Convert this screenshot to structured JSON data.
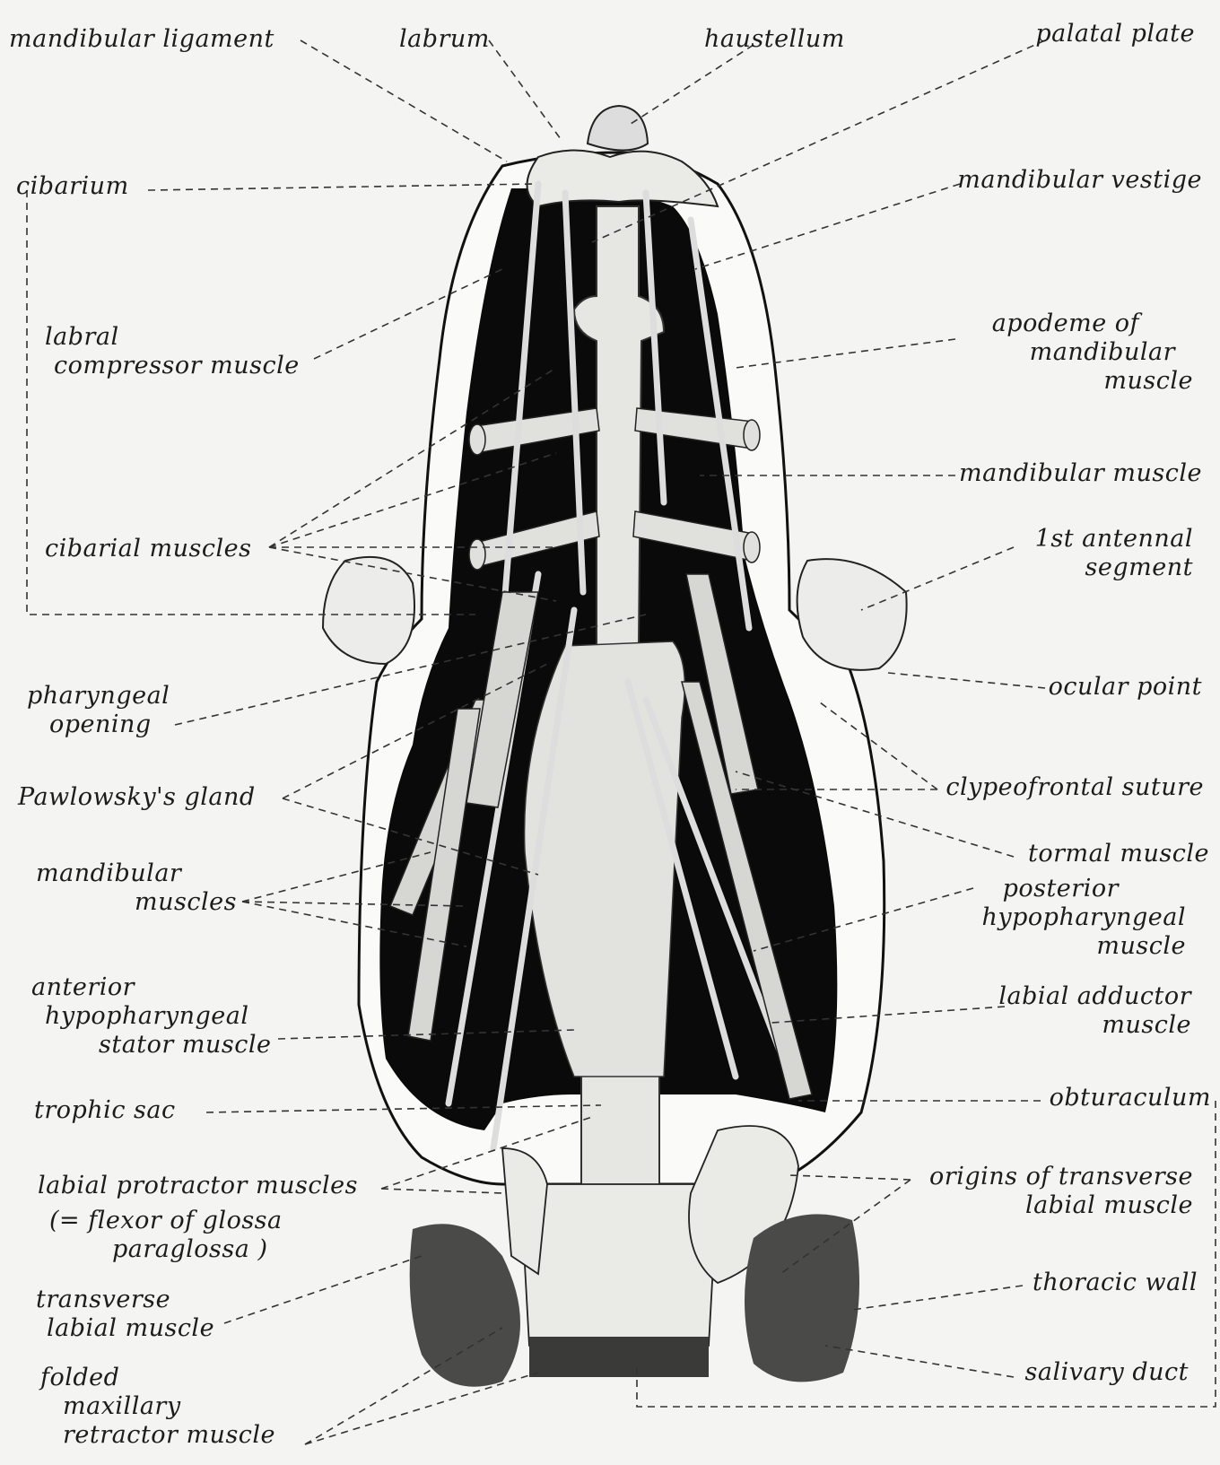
{
  "labels": {
    "mandibular_ligament": "mandibular ligament",
    "labrum": "labrum",
    "haustellum": "haustellum",
    "palatal_plate": "palatal plate",
    "cibarium": "cibarium",
    "mandibular_vestige": "mandibular vestige",
    "labral_compressor": [
      "labral",
      "compressor muscle"
    ],
    "apodeme": [
      "apodeme of",
      "mandibular",
      "muscle"
    ],
    "mandibular_muscle": "mandibular muscle",
    "cibarial_muscles": "cibarial muscles",
    "first_antennal": [
      "1st antennal",
      "segment"
    ],
    "ocular_point": "ocular point",
    "pharyngeal_opening": [
      "pharyngeal",
      "opening"
    ],
    "pawlowsky": "Pawlowsky's gland",
    "clypeofrontal": "clypeofrontal suture",
    "tormal": "tormal muscle",
    "mandibular_muscles": [
      "mandibular",
      "muscles"
    ],
    "posterior_hypo": [
      "posterior",
      "hypopharyngeal",
      "muscle"
    ],
    "anterior_hypo": [
      "anterior",
      "hypopharyngeal",
      "stator muscle"
    ],
    "labial_adductor": [
      "labial adductor",
      "muscle"
    ],
    "trophic_sac": "trophic sac",
    "obturaculum": "obturaculum",
    "labial_protractor": "labial protractor muscles",
    "flexor_note": [
      "(= flexor of glossa",
      "paraglossa )"
    ],
    "origins_transverse": [
      "origins of transverse",
      "labial muscle"
    ],
    "transverse_labial": [
      "transverse",
      "labial muscle"
    ],
    "thoracic_wall": "thoracic wall",
    "salivary_duct": "salivary duct",
    "folded_maxillary": [
      "folded",
      "maxillary",
      "retractor muscle"
    ]
  }
}
